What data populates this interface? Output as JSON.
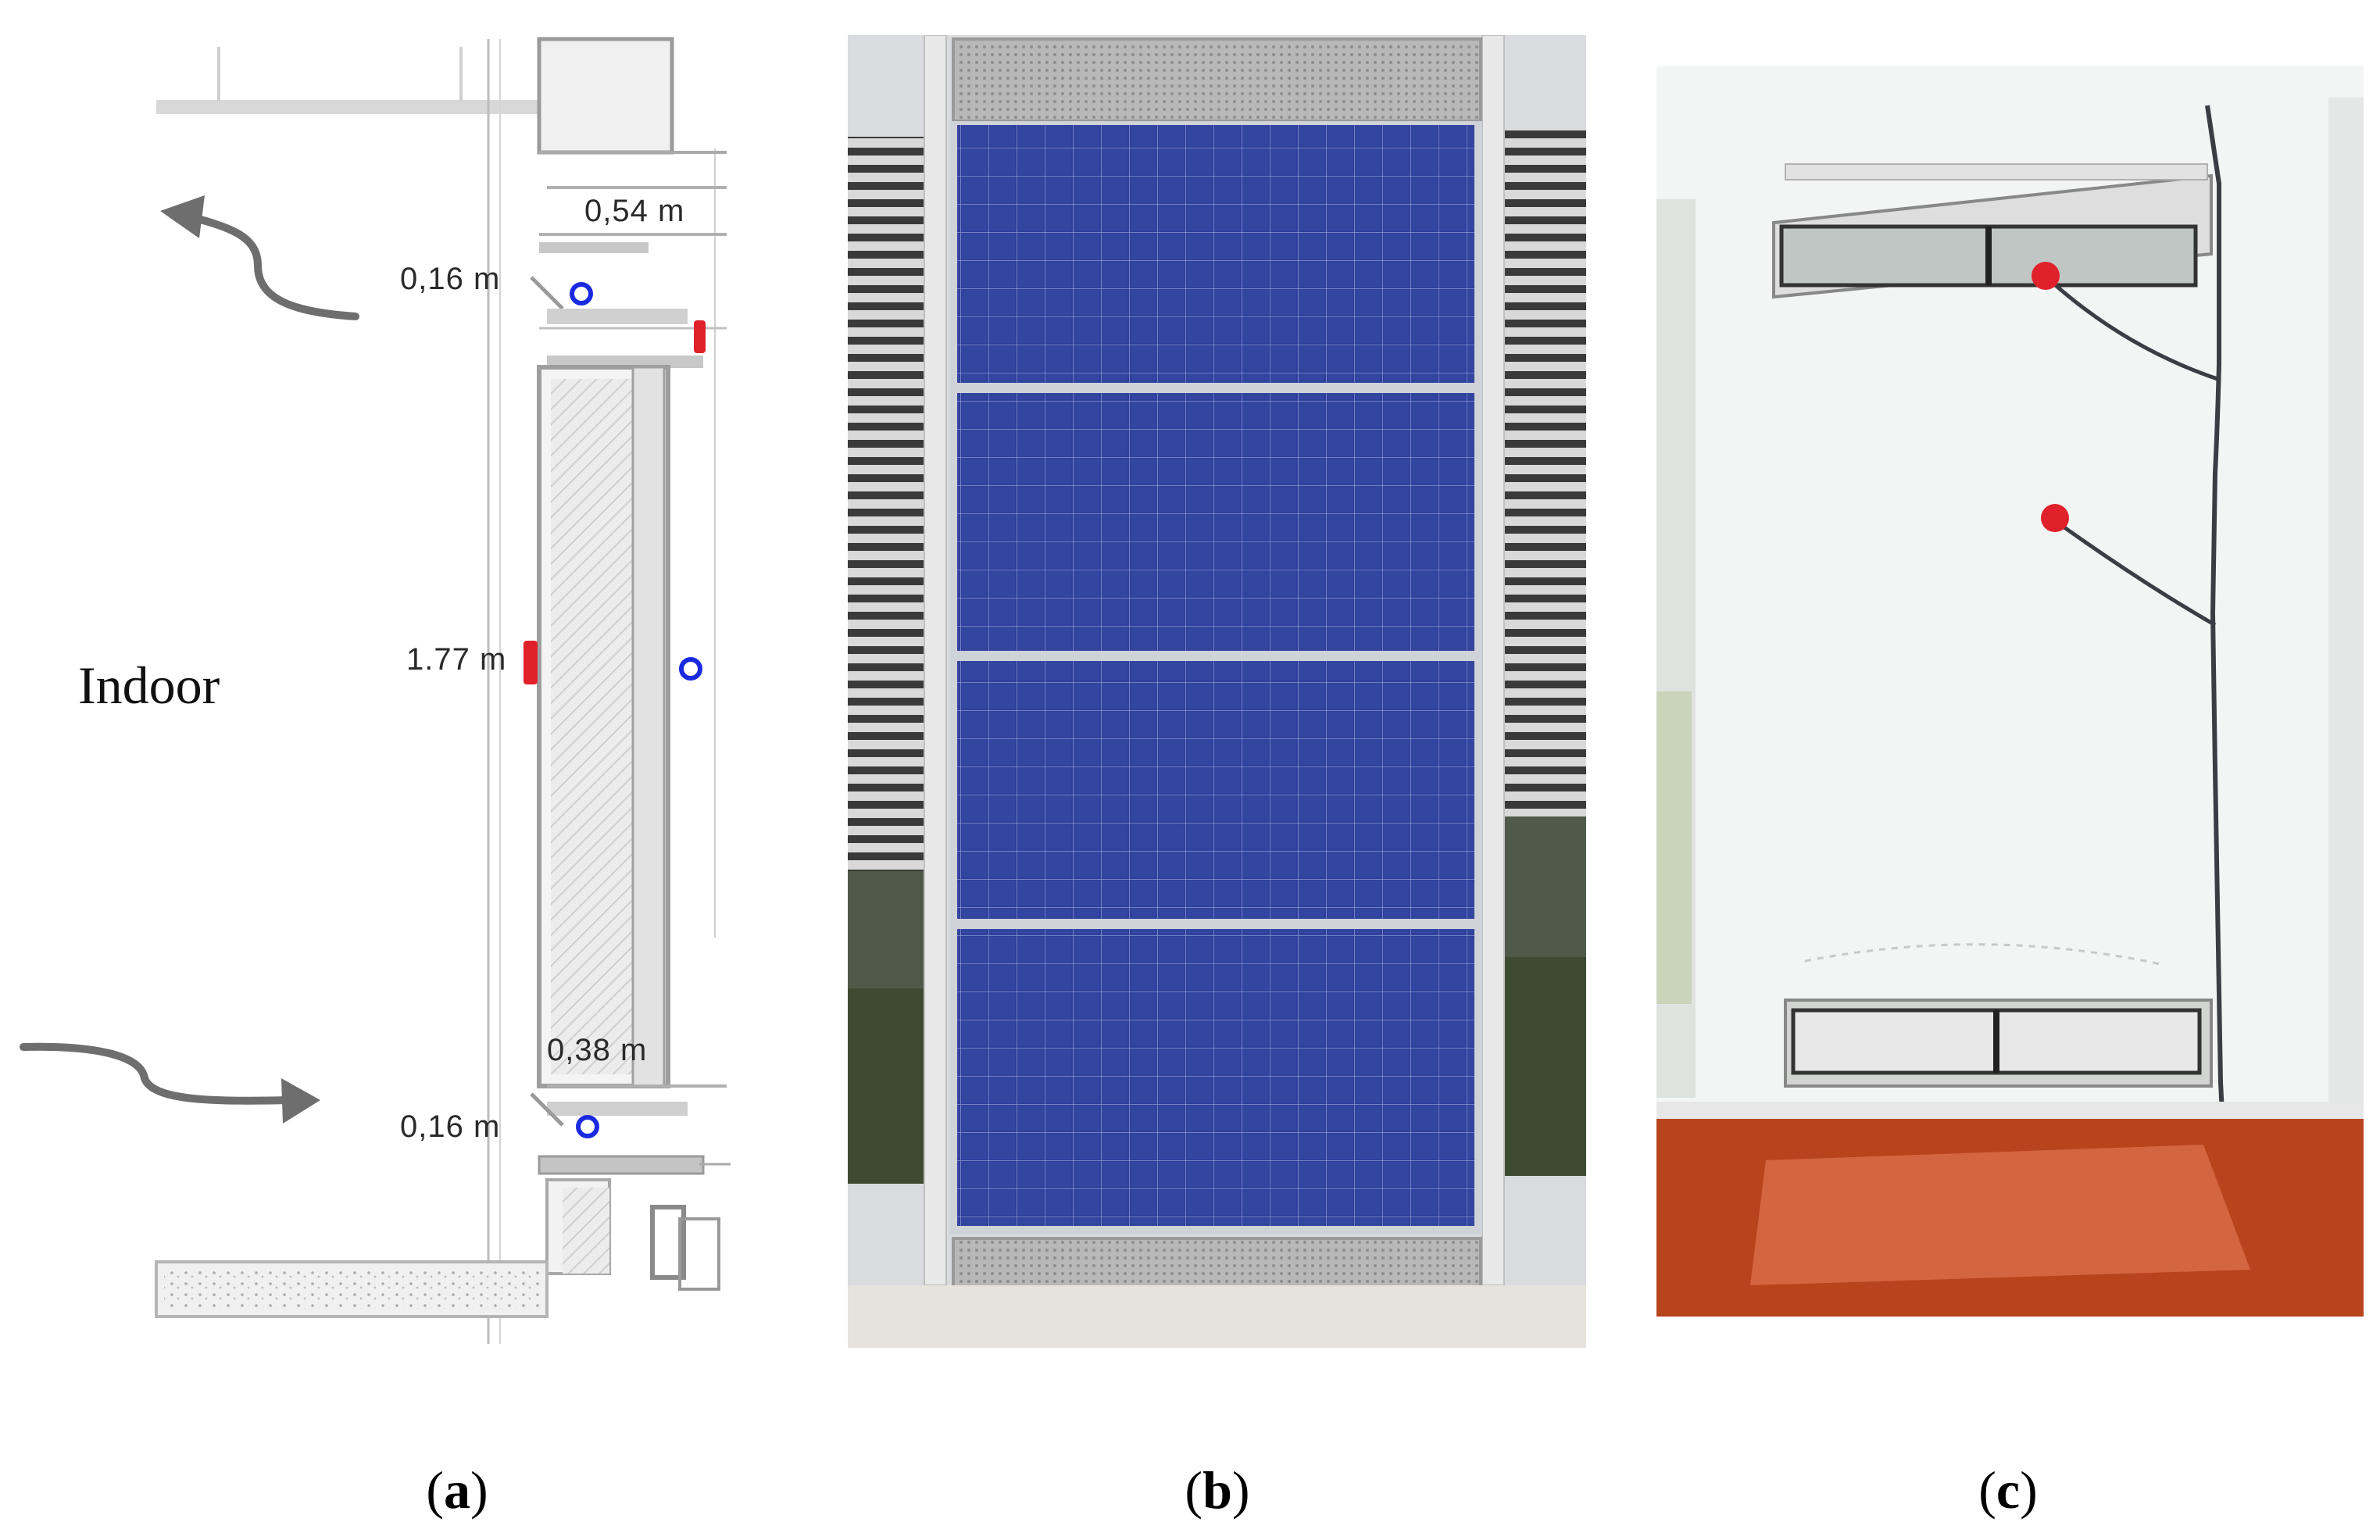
{
  "panel_a": {
    "indoor_label": "Indoor",
    "dimensions": {
      "top_opening_height": "0,54 m",
      "top_vent": "0,16 m",
      "cavity_height": "1.77 m",
      "bottom_opening_height": "0,38 m",
      "bottom_vent": "0,16 m"
    },
    "caption": {
      "open": "(",
      "letter": "a",
      "close": ")"
    }
  },
  "panel_b": {
    "caption": {
      "open": "(",
      "letter": "b",
      "close": ")"
    }
  },
  "panel_c": {
    "caption": {
      "open": "(",
      "letter": "c",
      "close": ")"
    }
  },
  "colors": {
    "arrow": "#6e6e6e",
    "sensor_red": "#e0202a",
    "sensor_blue": "#1a2ae0",
    "pv_blue": "#2e3f9e",
    "floor": "#b8441e"
  }
}
